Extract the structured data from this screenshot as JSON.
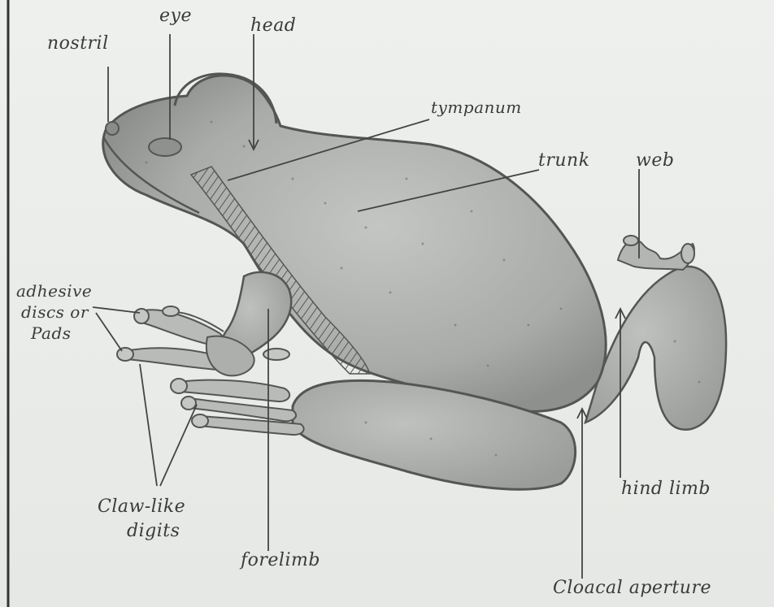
{
  "labels": {
    "nostril": "nostril",
    "eye": "eye",
    "head": "head",
    "tympanum": "tympanum",
    "trunk": "trunk",
    "web": "web",
    "adhesive_line1": "adhesive",
    "adhesive_line2": "discs or",
    "adhesive_line3": "Pads",
    "claw_line1": "Claw-like",
    "claw_line2": "digits",
    "forelimb": "forelimb",
    "hind_limb": "hind limb",
    "cloacal_aperture": "Cloacal aperture"
  },
  "colors": {
    "paper": "#e9ebe8",
    "ink": "#3b3b3b",
    "shade": "#9a9c9a",
    "outline": "#555555"
  }
}
